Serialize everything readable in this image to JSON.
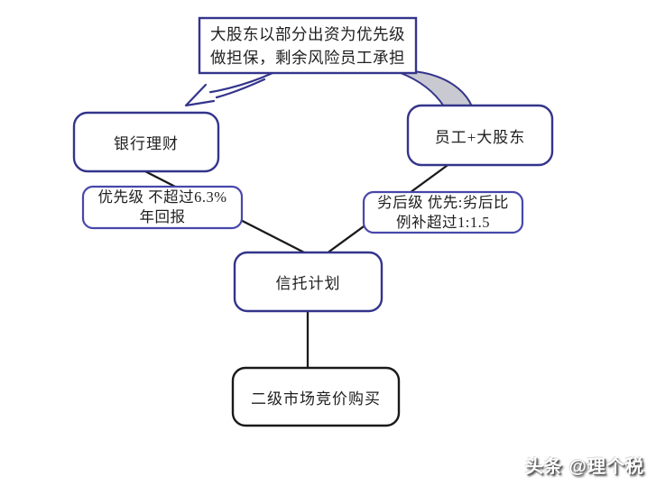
{
  "diagram": {
    "title_hint": "trust-plan structure flowchart",
    "colors": {
      "background": "#ffffff",
      "box_border_navy": "#34348c",
      "label_box_border": "#4747ab",
      "market_box_border": "#1a1a1a",
      "connector_line": "#1a1a1a",
      "swoosh_fill": "#c9c9d2",
      "text": "#1f1f1f",
      "watermark_text": "#ffffff"
    },
    "nodes": {
      "guarantee_note": {
        "text": "大股东以部分出资为优先级\n做担保，剩余风险员工承担"
      },
      "bank": {
        "text": "银行理财"
      },
      "employee": {
        "text": "员工+大股东"
      },
      "priority": {
        "text": "优先级 不超过6.3%\n年回报"
      },
      "subordinate": {
        "text": "劣后级 优先:劣后比\n例补超过1:1.5"
      },
      "trust": {
        "text": "信托计划"
      },
      "market": {
        "text": "二级市场竞价购买"
      }
    },
    "edges": [
      {
        "from": "guarantee_note",
        "to": "bank",
        "style": "curved-open-arrow"
      },
      {
        "from": "guarantee_note",
        "to": "employee",
        "style": "curved-gray-swoosh"
      },
      {
        "from": "bank",
        "to": "trust",
        "label_node": "priority",
        "style": "straight-line"
      },
      {
        "from": "employee",
        "to": "trust",
        "label_node": "subordinate",
        "style": "straight-line"
      },
      {
        "from": "trust",
        "to": "market",
        "style": "straight-line"
      }
    ],
    "watermark": "头条 @理个税"
  }
}
